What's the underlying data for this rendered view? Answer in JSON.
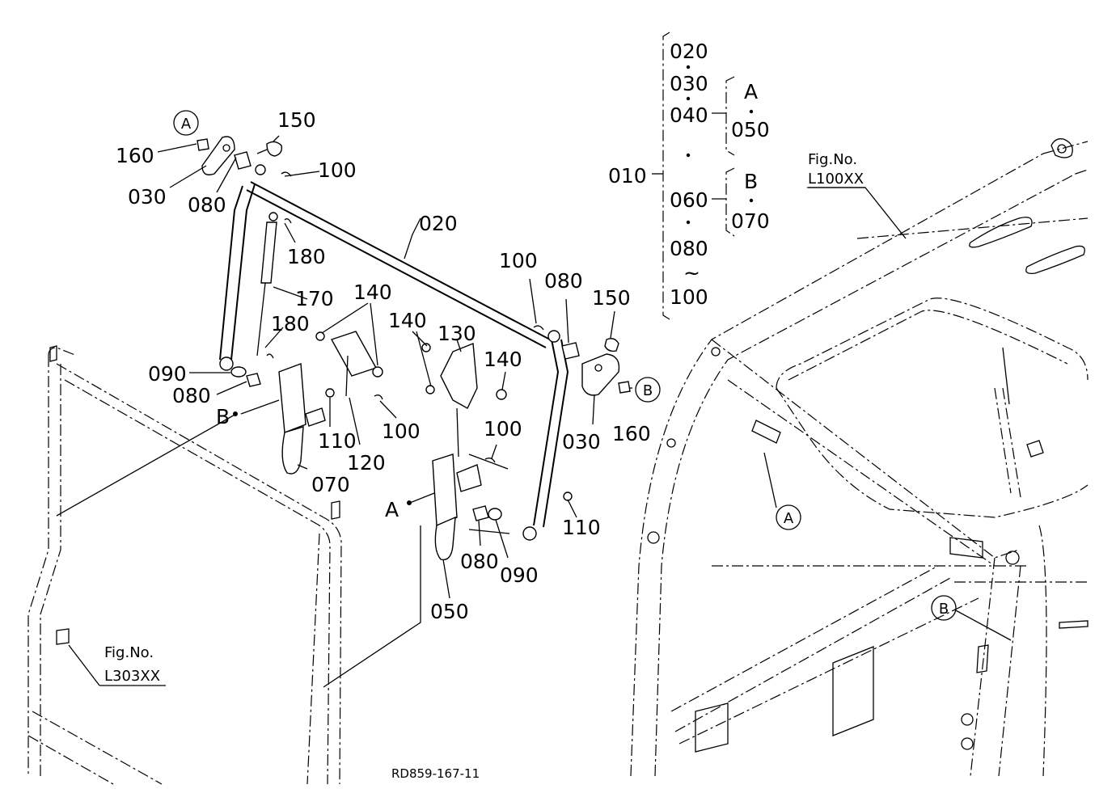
{
  "title_code": "RD859-167-11",
  "references": {
    "upper": {
      "line1": "Fig.No.",
      "line2": "L100XX"
    },
    "lower": {
      "line1": "Fig.No.",
      "line2": "L303XX"
    }
  },
  "circle_labels": {
    "a": "A",
    "b": "B"
  },
  "point_labels": {
    "a": "A",
    "b": "B"
  },
  "bracket_key": {
    "assembly": "010",
    "items": [
      "020",
      "030",
      "040",
      "060",
      "080",
      "100"
    ],
    "approx_sign": "~",
    "group_a": {
      "label": "A",
      "item": "050"
    },
    "group_b": {
      "label": "B",
      "item": "070"
    }
  },
  "part_numbers": {
    "n020": "020",
    "n030a": "030",
    "n030b": "030",
    "n050": "050",
    "n070": "070",
    "n080a": "080",
    "n080b": "080",
    "n080c": "080",
    "n080d": "080",
    "n090a": "090",
    "n090b": "090",
    "n100a": "100",
    "n100b": "100",
    "n100c": "100",
    "n100d": "100",
    "n110a": "110",
    "n110b": "110",
    "n120": "120",
    "n130": "130",
    "n140a": "140",
    "n140b": "140",
    "n140c": "140",
    "n150a": "150",
    "n150b": "150",
    "n160a": "160",
    "n160b": "160",
    "n170": "170",
    "n180a": "180",
    "n180b": "180"
  }
}
